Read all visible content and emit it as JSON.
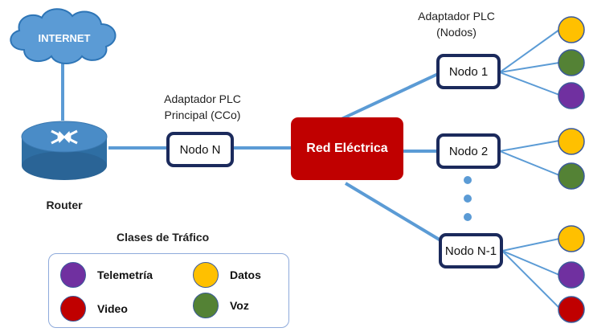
{
  "internet": {
    "label": "INTERNET"
  },
  "router": {
    "label": "Router"
  },
  "ccoAdapter": {
    "line1": "Adaptador PLC",
    "line2": "Principal (CCo)"
  },
  "nodesAdapter": {
    "line1": "Adaptador PLC",
    "line2": "(Nodos)"
  },
  "nodes": {
    "n": "Nodo N",
    "n1": "Nodo 1",
    "n2": "Nodo 2",
    "nm1": "Nodo N-1"
  },
  "network": {
    "label": "Red Eléctrica"
  },
  "legend": {
    "title": "Clases de Tráfico",
    "items": [
      {
        "label": "Telemetría",
        "color": "#7030a0"
      },
      {
        "label": "Datos",
        "color": "#ffc000"
      },
      {
        "label": "Video",
        "color": "#c00000"
      },
      {
        "label": "Voz",
        "color": "#548235"
      }
    ]
  },
  "colors": {
    "purple": "#7030a0",
    "yellow": "#ffc000",
    "red": "#c00000",
    "green": "#548235",
    "link": "#5b9bd5",
    "nodeBorder": "#1b2a5c"
  }
}
